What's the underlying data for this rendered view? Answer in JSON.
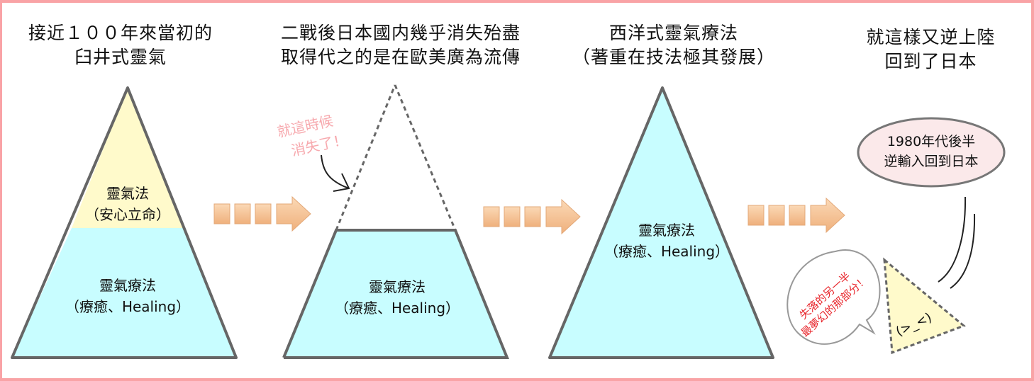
{
  "panels": [
    {
      "title_lines": [
        "接近１００年來當初的",
        "臼井式靈氣"
      ],
      "pyramid": {
        "top_label": [
          "靈氣法",
          "（安心立命）"
        ],
        "bottom_label": [
          "靈氣療法",
          "（療癒、Healing）"
        ]
      }
    },
    {
      "title_lines": [
        "二戰後日本國内幾乎消失殆盡",
        "取得代之的是在歐美廣為流傳"
      ],
      "note_lines": [
        "就這時候",
        "消失了！"
      ],
      "pyramid": {
        "bottom_label": [
          "靈氣療法",
          "（療癒、Healing）"
        ]
      }
    },
    {
      "title_lines": [
        "西洋式靈氣療法",
        "（著重在技法極其發展）"
      ],
      "pyramid": {
        "label": [
          "靈氣療法",
          "（療癒、Healing）"
        ]
      }
    },
    {
      "title_lines": [
        "就這樣又逆上陸",
        "回到了日本"
      ],
      "bubble_lines": [
        "1980年代後半",
        "逆輸入回到日本"
      ],
      "speech_lines": [
        "失落的另一半",
        "最夢幻的那部分！"
      ],
      "face": "(>_<)"
    }
  ],
  "colors": {
    "frame": "#f9a3a6",
    "top_layer": "#fffacb",
    "bottom_layer": "#c8fdff",
    "outline": "#666666",
    "arrow": "#f8c79a",
    "pink_note": "#f7a9ae",
    "red_note": "#e8262c",
    "bubble_fill": "#fbe9ea"
  },
  "icons": [
    "arrow-right-icon",
    "arrow-right-icon",
    "arrow-right-icon",
    "curved-arrow-icon"
  ]
}
